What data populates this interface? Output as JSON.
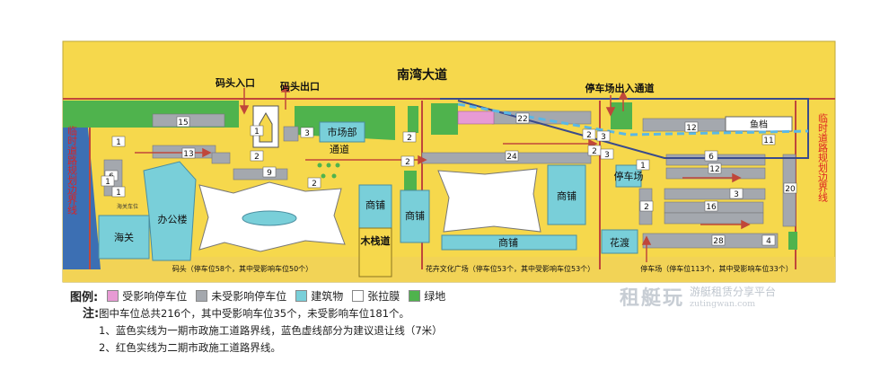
{
  "map": {
    "road_main": "南湾大道",
    "pier_entrance": "码头入口",
    "pier_exit": "码头出口",
    "parking_access": "停车场出入通道",
    "market_dept": "市场部",
    "passage": "通道",
    "office_building": "办公楼",
    "customs": "海关",
    "shop": "商铺",
    "boardwalk": "木栈道",
    "ferry": "花渡",
    "fish_stall": "鱼档",
    "parking_label": "停车场",
    "bay_label": "海关车位",
    "temp_left": "临时道路规划边界线",
    "temp_right": "临时道路规划边界线",
    "zone_pier": "码头（停车位58个，其中受影响车位50个）",
    "zone_plaza": "花卉文化广场（停车位53个，其中受影响车位53个）",
    "zone_park": "停车场（停车位113个，其中受影响车位33个）"
  },
  "lot_numbers": [
    "15",
    "13",
    "1",
    "9",
    "2",
    "2",
    "6",
    "1",
    "1",
    "3",
    "2",
    "22",
    "2",
    "24",
    "2",
    "3",
    "2",
    "1",
    "3",
    "12",
    "6",
    "12",
    "16",
    "28",
    "20",
    "11",
    "3",
    "4",
    "2",
    "1"
  ],
  "legend": {
    "title": "图例:",
    "items": [
      {
        "label": "受影响停车位",
        "color": "#e79ad4"
      },
      {
        "label": "未受影响停车位",
        "color": "#a4a8ae"
      },
      {
        "label": "建筑物",
        "color": "#79cfd9"
      },
      {
        "label": "张拉膜",
        "color": "#ffffff"
      },
      {
        "label": "绿地",
        "color": "#4fb34d"
      }
    ]
  },
  "notes": {
    "lead": "注:",
    "line1": "图中车位总共216个，其中受影响车位35个，未受影响车位181个。",
    "line2": "1、蓝色实线为一期市政施工道路界线，蓝色虚线部分为建议退让线（7米）",
    "line3": "2、红色实线为二期市政施工道路界线。"
  },
  "watermark": {
    "title": "租艇玩",
    "slogan": "游艇租赁分享平台",
    "url": "zutingwan.com"
  },
  "colors": {
    "yellow": "#f6d84c",
    "road": "#c0473a",
    "blue": "#3a4b8c",
    "dashed_blue": "#5ab8e6"
  }
}
